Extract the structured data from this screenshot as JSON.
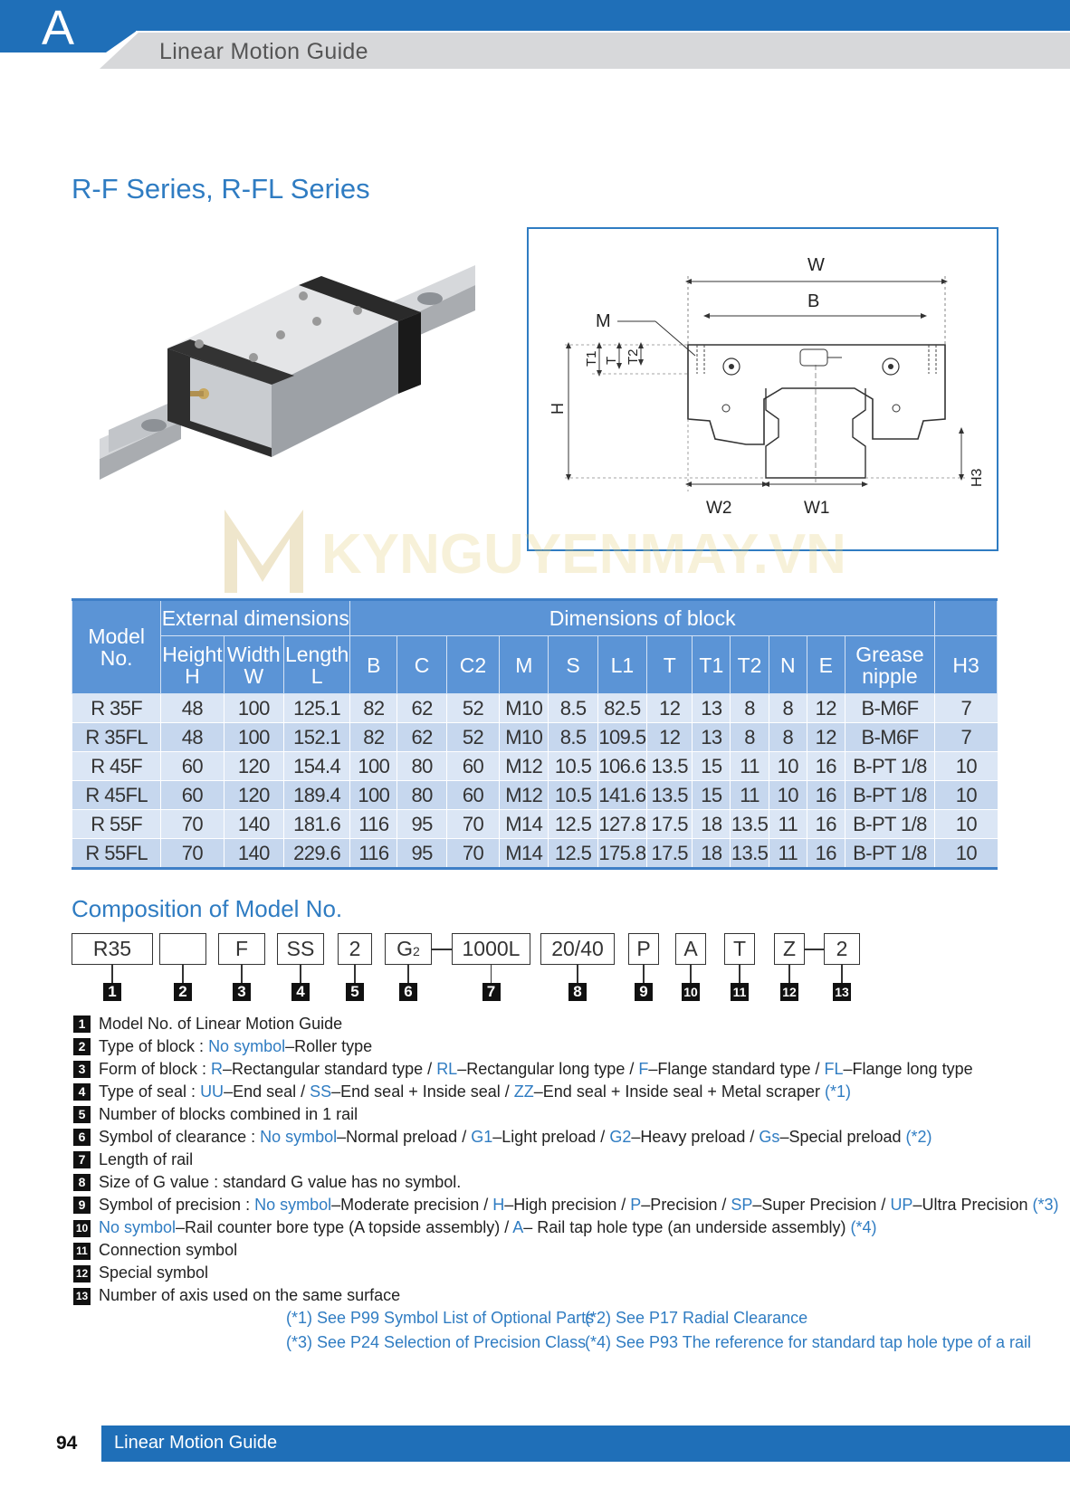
{
  "header": {
    "section_letter": "A",
    "title": "Linear Motion Guide"
  },
  "page_title": "R-F Series, R-FL Series",
  "watermark": "KYNGUYENMAY.VN",
  "drawing_labels": {
    "W": "W",
    "B": "B",
    "M": "M",
    "T1": "T1",
    "T": "T",
    "T2": "T2",
    "H": "H",
    "H3": "H3",
    "W2": "W2",
    "W1": "W1"
  },
  "table": {
    "group_headers": {
      "model": "Model No.",
      "external": "External dimensions",
      "block": "Dimensions of block"
    },
    "sub_headers": {
      "height": "Height H",
      "width": "Width W",
      "length": "Length L",
      "block_cols": [
        "B",
        "C",
        "C2",
        "M",
        "S",
        "L1",
        "T",
        "T1",
        "T2",
        "N",
        "E",
        "Grease nipple"
      ],
      "h3": "H3"
    },
    "rows": [
      [
        "R 35F",
        "48",
        "100",
        "125.1",
        "82",
        "62",
        "52",
        "M10",
        "8.5",
        "82.5",
        "12",
        "13",
        "8",
        "8",
        "12",
        "B-M6F",
        "7"
      ],
      [
        "R 35FL",
        "48",
        "100",
        "152.1",
        "82",
        "62",
        "52",
        "M10",
        "8.5",
        "109.5",
        "12",
        "13",
        "8",
        "8",
        "12",
        "B-M6F",
        "7"
      ],
      [
        "R 45F",
        "60",
        "120",
        "154.4",
        "100",
        "80",
        "60",
        "M12",
        "10.5",
        "106.6",
        "13.5",
        "15",
        "11",
        "10",
        "16",
        "B-PT 1/8",
        "10"
      ],
      [
        "R 45FL",
        "60",
        "120",
        "189.4",
        "100",
        "80",
        "60",
        "M12",
        "10.5",
        "141.6",
        "13.5",
        "15",
        "11",
        "10",
        "16",
        "B-PT 1/8",
        "10"
      ],
      [
        "R 55F",
        "70",
        "140",
        "181.6",
        "116",
        "95",
        "70",
        "M14",
        "12.5",
        "127.8",
        "17.5",
        "18",
        "13.5",
        "11",
        "16",
        "B-PT 1/8",
        "10"
      ],
      [
        "R 55FL",
        "70",
        "140",
        "229.6",
        "116",
        "95",
        "70",
        "M14",
        "12.5",
        "175.8",
        "17.5",
        "18",
        "13.5",
        "11",
        "16",
        "B-PT 1/8",
        "10"
      ]
    ]
  },
  "composition": {
    "heading": "Composition of Model No.",
    "codes": [
      "R35",
      "",
      "F",
      "SS",
      "2",
      "G2",
      "1000L",
      "20/40",
      "P",
      "A",
      "T",
      "Z",
      "2"
    ],
    "numbers": [
      "1",
      "2",
      "3",
      "4",
      "5",
      "6",
      "7",
      "8",
      "9",
      "10",
      "11",
      "12",
      "13"
    ],
    "legend": [
      {
        "n": "1",
        "parts": [
          {
            "t": "Model No. of Linear Motion Guide",
            "b": false
          }
        ]
      },
      {
        "n": "2",
        "parts": [
          {
            "t": "Type of block : ",
            "b": false
          },
          {
            "t": "No symbol",
            "b": true
          },
          {
            "t": "–Roller type",
            "b": false
          }
        ]
      },
      {
        "n": "3",
        "parts": [
          {
            "t": "Form of block : ",
            "b": false
          },
          {
            "t": "R",
            "b": true
          },
          {
            "t": "–Rectangular standard type / ",
            "b": false
          },
          {
            "t": "RL",
            "b": true
          },
          {
            "t": "–Rectangular long type / ",
            "b": false
          },
          {
            "t": "F",
            "b": true
          },
          {
            "t": "–Flange standard type / ",
            "b": false
          },
          {
            "t": "FL",
            "b": true
          },
          {
            "t": "–Flange long type",
            "b": false
          }
        ]
      },
      {
        "n": "4",
        "parts": [
          {
            "t": "Type of seal : ",
            "b": false
          },
          {
            "t": "UU",
            "b": true
          },
          {
            "t": "–End seal / ",
            "b": false
          },
          {
            "t": "SS",
            "b": true
          },
          {
            "t": "–End seal + Inside seal / ",
            "b": false
          },
          {
            "t": "ZZ",
            "b": true
          },
          {
            "t": "–End seal + Inside seal + Metal scraper ",
            "b": false
          },
          {
            "t": "(*1)",
            "b": true
          }
        ]
      },
      {
        "n": "5",
        "parts": [
          {
            "t": "Number of blocks combined in 1 rail",
            "b": false
          }
        ]
      },
      {
        "n": "6",
        "parts": [
          {
            "t": "Symbol of clearance : ",
            "b": false
          },
          {
            "t": "No symbol",
            "b": true
          },
          {
            "t": "–Normal preload / ",
            "b": false
          },
          {
            "t": "G1",
            "b": true
          },
          {
            "t": "–Light preload / ",
            "b": false
          },
          {
            "t": "G2",
            "b": true
          },
          {
            "t": "–Heavy preload / ",
            "b": false
          },
          {
            "t": "Gs",
            "b": true
          },
          {
            "t": "–Special preload ",
            "b": false
          },
          {
            "t": "(*2)",
            "b": true
          }
        ]
      },
      {
        "n": "7",
        "parts": [
          {
            "t": "Length of rail",
            "b": false
          }
        ]
      },
      {
        "n": "8",
        "parts": [
          {
            "t": "Size of G value : standard G value has no symbol.",
            "b": false
          }
        ]
      },
      {
        "n": "9",
        "parts": [
          {
            "t": "Symbol of precision : ",
            "b": false
          },
          {
            "t": "No symbol",
            "b": true
          },
          {
            "t": "–Moderate precision / ",
            "b": false
          },
          {
            "t": "H",
            "b": true
          },
          {
            "t": "–High precision / ",
            "b": false
          },
          {
            "t": "P",
            "b": true
          },
          {
            "t": "–Precision / ",
            "b": false
          },
          {
            "t": "SP",
            "b": true
          },
          {
            "t": "–Super Precision / ",
            "b": false
          },
          {
            "t": "UP",
            "b": true
          },
          {
            "t": "–Ultra Precision ",
            "b": false
          },
          {
            "t": "(*3)",
            "b": true
          }
        ]
      },
      {
        "n": "10",
        "parts": [
          {
            "t": "No symbol",
            "b": true
          },
          {
            "t": "–Rail counter bore type (A topside assembly) / ",
            "b": false
          },
          {
            "t": "A",
            "b": true
          },
          {
            "t": "– Rail tap hole type (an underside assembly) ",
            "b": false
          },
          {
            "t": "(*4)",
            "b": true
          }
        ]
      },
      {
        "n": "11",
        "parts": [
          {
            "t": "Connection symbol",
            "b": false
          }
        ]
      },
      {
        "n": "12",
        "parts": [
          {
            "t": "Special symbol",
            "b": false
          }
        ]
      },
      {
        "n": "13",
        "parts": [
          {
            "t": "Number of axis used on the same surface",
            "b": false
          }
        ]
      }
    ],
    "notes": [
      "(*1) See P99 Symbol List of Optional Parts",
      "(*2) See P17 Radial Clearance",
      "(*3) See P24 Selection of Precision Class",
      "(*4) See P93 The reference for standard tap hole type of a rail"
    ]
  },
  "footer": {
    "page_number": "94",
    "title": "Linear Motion Guide"
  }
}
